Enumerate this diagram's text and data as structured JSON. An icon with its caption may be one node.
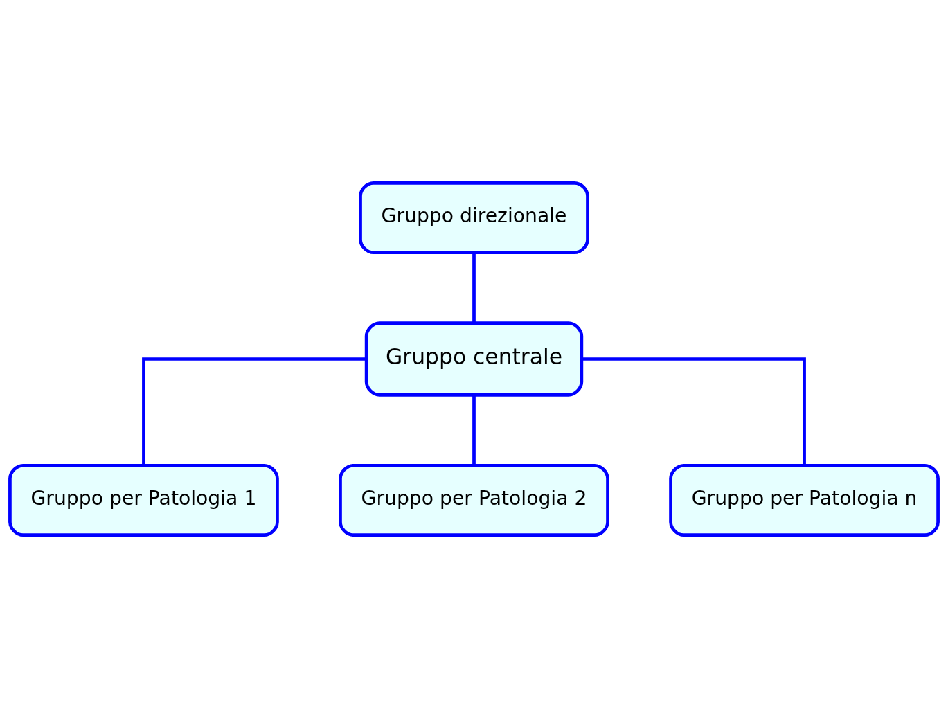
{
  "diagram": {
    "nodes": [
      {
        "text": [
          "Gruppo direzionale"
        ]
      },
      {
        "text": [
          "Gruppo centrale"
        ]
      },
      {
        "text": [
          "Gruppo per Patologia 1"
        ]
      },
      {
        "text": [
          "Gruppo per Patologia 2"
        ]
      },
      {
        "text": [
          "Gruppo per Patologia n"
        ]
      }
    ],
    "edges": [
      {
        "from": 0,
        "to": 1,
        "arrow": "none"
      },
      {
        "from": 1,
        "to": 2,
        "arrow": "none"
      },
      {
        "from": 1,
        "to": 3,
        "arrow": "none"
      },
      {
        "from": 1,
        "to": 4,
        "arrow": "none"
      }
    ]
  }
}
